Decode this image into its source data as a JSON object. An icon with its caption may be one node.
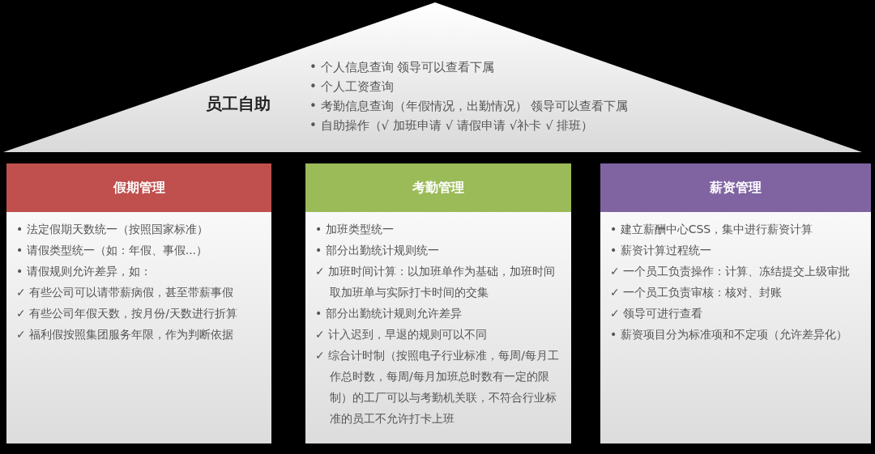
{
  "diagram": {
    "nodes": [
      {
        "text": [
          "员工自助",
          "• 个人信息查询 领导可以查看下属",
          "• 个人工资查询",
          "• 考勤信息查询（年假情况，出勤情况） 领导可以查看下属",
          "• 自助操作（√ 加班申请 √ 请假申请 √补卡 √ 排班）"
        ]
      },
      {
        "text": [
          "假期管理",
          "• 法定假期天数统一（按照国家标准）",
          "• 请假类型统一（如：年假、事假...）",
          "• 请假规则允许差异，如：",
          "✓ 有些公司可以请带薪病假，甚至带薪事假",
          "✓ 有些公司年假天数，按月份/天数进行折算",
          "✓ 福利假按照集团服务年限，作为判断依据"
        ]
      },
      {
        "text": [
          "考勤管理",
          "• 加班类型统一",
          "• 部分出勤统计规则统一",
          "✓ 加班时间计算：以加班单作为基础，加班时间取加班单与实际打卡时间的交集",
          "• 部分出勤统计规则允许差异",
          "✓ 计入迟到，早退的规则可以不同",
          "✓ 综合计时制（按照电子行业标准，每周/每月工作总时数，每周/每月加班总时数有一定的限制）的工厂可以与考勤机关联，不符合行业标准的员工不允许打卡上班"
        ]
      },
      {
        "text": [
          "薪资管理",
          "• 建立薪酬中心CSS，集中进行薪资计算",
          "• 薪资计算过程统一",
          "✓ 一个员工负责操作：计算、冻结提交上级审批",
          "✓ 一个员工负责审核：核对、封账",
          "✓ 领导可进行查看",
          "• 薪资项目分为标准项和不定项（允许差异化）"
        ]
      }
    ]
  }
}
